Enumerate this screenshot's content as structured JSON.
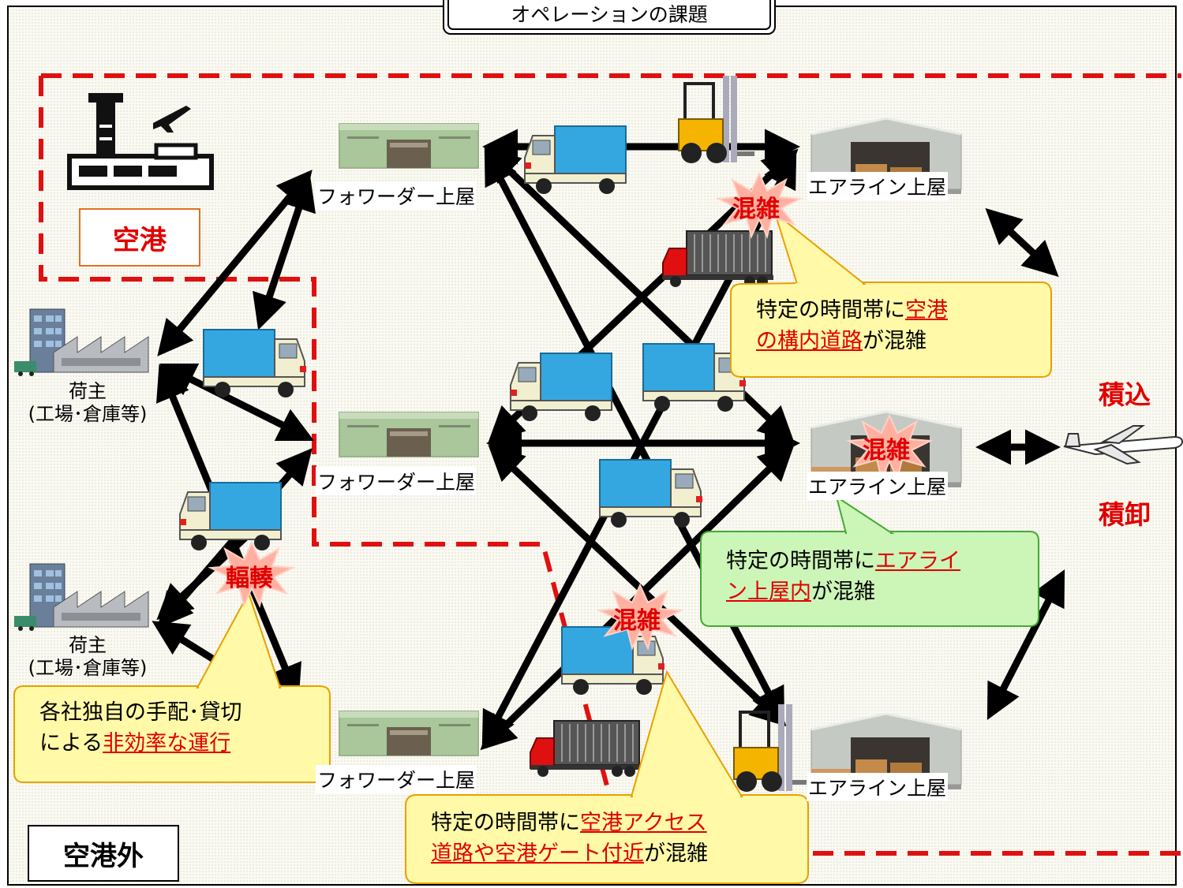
{
  "title": "オペレーションの課題",
  "zones": {
    "airport": "空港",
    "outside": "空港外"
  },
  "facilities": {
    "forwarder_1": "フォワーダー上屋",
    "forwarder_2": "フォワーダー上屋",
    "forwarder_3": "フォワーダー上屋",
    "airline_1": "エアライン上屋",
    "airline_2": "エアライン上屋",
    "airline_3": "エアライン上屋"
  },
  "shippers": [
    {
      "line1": "荷主",
      "line2": "(工場･倉庫等)"
    },
    {
      "line1": "荷主",
      "line2": "(工場･倉庫等)"
    }
  ],
  "operations": {
    "loading": "積込",
    "unloading": "積卸"
  },
  "bursts": {
    "congestion_top": "混雑",
    "congestion_mid": "混雑",
    "congestion_bottom": "混雑",
    "clustering": "輻輳"
  },
  "callouts": {
    "airport_road": {
      "pre": "特定の時間帯に",
      "u1": "空港",
      "u2": "の構内道路",
      "post": "が混雑"
    },
    "airline_shed": {
      "pre": "特定の時間帯に",
      "u1": "エアライ",
      "u2": "ン上屋内",
      "post": "が混雑"
    },
    "inefficient": {
      "line1": "各社独自の手配･貸切",
      "pre2": "による",
      "u2": "非効率な運行"
    },
    "access_road": {
      "pre": "特定の時間帯に",
      "u1": "空港アクセス",
      "u2": "道路や空港ゲート付近",
      "post": "が混雑"
    }
  },
  "colors": {
    "accent_red": "#e00000",
    "dash_red": "#e01010",
    "callout_yellow": "#fff9a8",
    "callout_yellow_border": "#e8a000",
    "callout_green": "#ccf5b8",
    "callout_green_border": "#44aa33",
    "truck_blue": "#35a7e0"
  }
}
